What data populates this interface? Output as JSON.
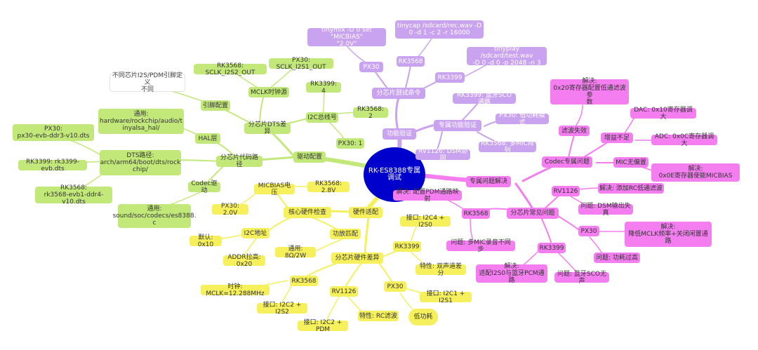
{
  "root": "RK-ES8388专属调试",
  "function_test": {
    "label": "功能验证",
    "cmd": {
      "label": "分芯片测试命令",
      "px30": "PX30",
      "px30_cmd": "tinymix -D 0 set \"MICBIAS\"\n\"2.0V\"",
      "rk3568": "RK3568",
      "rk3568_cmd": "tinycap /sdcard/rec.wav -D\n0 -d 1 -c 2 -r 16000",
      "rk3399": "RK3399",
      "rk3399_cmd": "tinyplay /sdcard/test.wav\n-D 0 -d 0 -p 2048 -n 3"
    },
    "special": {
      "label": "专属功能验证",
      "rk3399": "RK3399: 蓝牙SCO通路",
      "px30": "PX30: 低功耗模式",
      "rk3568": "RK3568: 多MIC阵列",
      "rv1126": "RV1126: DSM协同"
    }
  },
  "driver": {
    "label": "驱动配置",
    "dts": {
      "label": "分芯片DTS差异",
      "mclk": "MCLK时钟源",
      "rk3568_mclk": "RK3568: SCLK_I2S2_OUT",
      "px30_mclk": "PX30: SCLK_I2S1_OUT",
      "pin": "引脚配置",
      "pin_note": "不同芯片I2S/PDM引脚定义\n不同",
      "i2c_bus": "I2C总线号",
      "rk3399_bus": "RK3399: 4",
      "rk3568_bus": "RK3568: 2",
      "px30_bus": "PX30: 1"
    },
    "code": {
      "label": "分芯片代码路径",
      "hal": "HAL层",
      "hal_path": "通用:\nhardware/rockchip/audio/t\ninyalsa_hal/",
      "dts": "DTS路径:\narch/arm64/boot/dts/rock\nchip/",
      "px30_dts": "PX30:\npx30-evb-ddr3-v10.dts",
      "rk3399_dts": "RK3399: rk3399-evb.dts",
      "rk3568_dts": "RK3568:\nrk3568-evb1-ddr4-v10.dts",
      "codec": "Codec驱动",
      "codec_path": "通用:\nsound/soc/codecs/es8388.\nc"
    }
  },
  "hardware": {
    "label": "硬件适配",
    "core": {
      "label": "核心硬件检查",
      "micbias": "MICBIAS电压",
      "rk3568_v": "RK3568: 2.8V",
      "px30_v": "PX30: 2.0V",
      "i2c_addr": "I2C地址",
      "default": "默认: 0x10",
      "pullup": "ADDR拉高: 0x20",
      "amp": "功放匹配",
      "general": "通用: 8Ω/2W"
    },
    "diff": {
      "label": "分芯片硬件差异",
      "rk3399": "RK3399",
      "rk3399_if": "接口: I2C4 + I2S0",
      "rk3399_feat": "特性: 双声道差分",
      "rk3568": "RK3568",
      "rk3568_clk": "时钟: MCLK=12.288MHz",
      "rk3568_if": "接口: I2C2 + I2S2",
      "rv1126": "RV1126",
      "rv1126_if": "接口: I2C2 + PDM",
      "rv1126_feat": "特性: RC滤波",
      "px30": "PX30",
      "px30_if": "接口: I2C1 + I2S1",
      "px30_low": "低功耗"
    }
  },
  "issues": {
    "label": "专属问题解决",
    "codec": {
      "label": "Codec专属问题",
      "filter": "滤波失效",
      "filter_fix": "解决:\n0x20寄存器配置低通滤波参\n数",
      "gain": "增益不足",
      "dac": "DAC: 0x10寄存器调大",
      "adc": "ADC: 0x0C寄存器调大",
      "mic": "MIC无偏置",
      "mic_fix": "解决:\n0x0E寄存器使能MICBIAS"
    },
    "common": {
      "label": "分芯片常见问题",
      "rk3568": "RK3568",
      "rk3568_fix": "解决: 配置PDM通路映射",
      "rk3568_issue": "问题: 多MIC录音不同步",
      "rv1126": "RV1126",
      "rv1126_fix": "解决: 添加RC低通滤波",
      "rv1126_issue": "问题: DSM输出失真",
      "px30": "PX30",
      "px30_fix": "解决:\n降低MCLK频率+关闭闲置通\n路",
      "px30_issue": "问题: 功耗过高",
      "rk3399": "RK3399",
      "rk3399_fix": "解决:\n适配I2S0与蓝牙PCM通路",
      "rk3399_issue": "问题: 蓝牙SCO无声"
    }
  },
  "colors": {
    "root": "#0000cc",
    "driver": "#c3e87a",
    "hardware": "#f5f05c",
    "function": "#c9a3f0",
    "issues": "#f47ef0"
  }
}
